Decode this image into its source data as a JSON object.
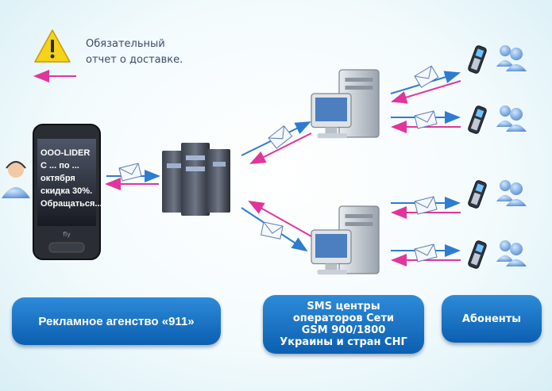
{
  "warning": {
    "icon": "warning-triangle-icon",
    "line1": "Обязательный",
    "line2": "отчет о доставке."
  },
  "phone": {
    "brand": "fly",
    "lines": [
      "OOO-LIDER",
      "С ... по ...",
      "октября",
      "скидка 30%.",
      "Обращаться..."
    ]
  },
  "labels": {
    "agency": "Рекламное агенство «911»",
    "sms_line1": "SMS центры",
    "sms_line2": "операторов Сети",
    "sms_line3": "GSM 900/1800",
    "sms_line4": "Украины и стран СНГ",
    "subscribers": "Абоненты"
  },
  "colors": {
    "arrow_blue": "#2e7ccf",
    "arrow_pink": "#e0359a",
    "label_blue": "#1673c4"
  }
}
